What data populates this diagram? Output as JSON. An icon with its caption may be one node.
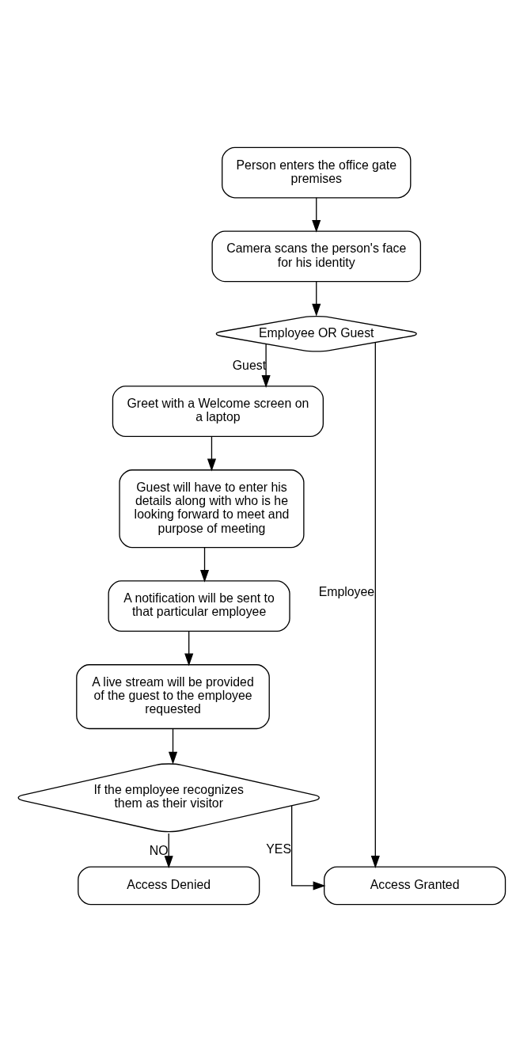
{
  "diagram": {
    "nodes": [
      {
        "text": [
          "Person enters the office gate premises"
        ]
      },
      {
        "text": [
          "Camera scans the person's face for his identity"
        ]
      },
      {
        "text": [
          "Employee OR Guest"
        ]
      },
      {
        "text": [
          "Greet with a Welcome screen on a laptop"
        ]
      },
      {
        "text": [
          "Guest will have to enter his details along with who is he looking forward to meet and purpose of meeting"
        ]
      },
      {
        "text": [
          "A notification will be sent to that particular employee"
        ]
      },
      {
        "text": [
          "A live stream will be provided of the guest to the employee requested"
        ]
      },
      {
        "text": [
          "If the employee recognizes them as their visitor"
        ]
      },
      {
        "text": [
          "Access Denied"
        ]
      },
      {
        "text": [
          "Access Granted"
        ]
      }
    ],
    "edges": [
      {
        "from": 0,
        "to": 1,
        "arrow": "to"
      },
      {
        "from": 1,
        "to": 2,
        "arrow": "to"
      },
      {
        "from": 2,
        "to": 9,
        "arrow": "to",
        "label": "Employee"
      },
      {
        "from": 2,
        "to": 3,
        "arrow": "to",
        "label": "Guest"
      },
      {
        "from": 3,
        "to": 4,
        "arrow": "to"
      },
      {
        "from": 4,
        "to": 5,
        "arrow": "to"
      },
      {
        "from": 5,
        "to": 6,
        "arrow": "to"
      },
      {
        "from": 6,
        "to": 7,
        "arrow": "to"
      },
      {
        "from": 7,
        "to": 9,
        "arrow": "to",
        "label": "YES"
      },
      {
        "from": 7,
        "to": 8,
        "arrow": "to",
        "label": "NO"
      }
    ]
  }
}
